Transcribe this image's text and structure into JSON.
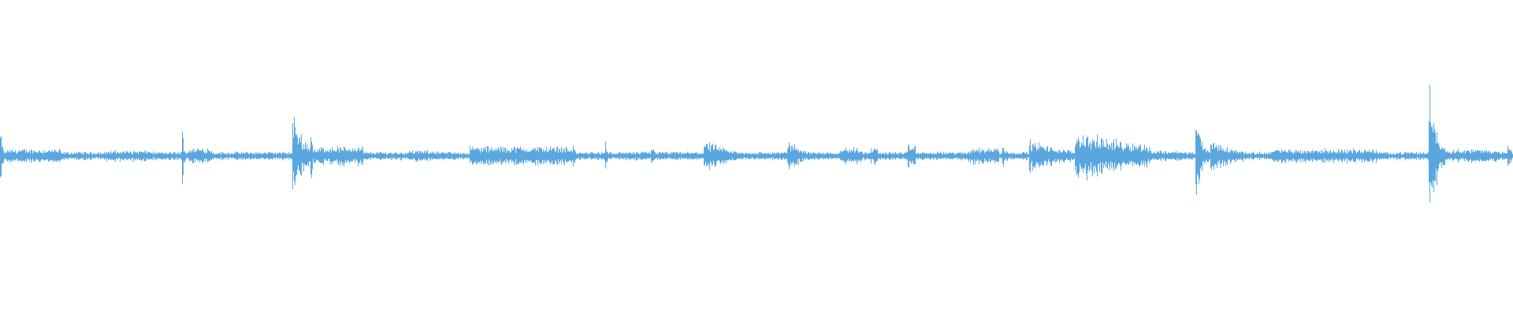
{
  "waveform": {
    "color": "#5aa7e0",
    "background": "#ffffff",
    "baseline_amplitude": 0.015,
    "segments": [
      {
        "t0": 0.0,
        "t1": 0.004,
        "amp": 0.1,
        "decay": 0.6
      },
      {
        "t0": 0.004,
        "t1": 0.04,
        "amp": 0.025,
        "decay": 0.0
      },
      {
        "t0": 0.07,
        "t1": 0.1,
        "amp": 0.02,
        "decay": 0.0
      },
      {
        "t0": 0.12,
        "t1": 0.124,
        "amp": 0.14,
        "decay": 0.7
      },
      {
        "t0": 0.124,
        "t1": 0.14,
        "amp": 0.03,
        "decay": 0.0
      },
      {
        "t0": 0.193,
        "t1": 0.21,
        "amp": 0.16,
        "decay": 0.5
      },
      {
        "t0": 0.205,
        "t1": 0.208,
        "amp": 0.18,
        "decay": 0.7
      },
      {
        "t0": 0.21,
        "t1": 0.24,
        "amp": 0.035,
        "decay": 0.0
      },
      {
        "t0": 0.27,
        "t1": 0.29,
        "amp": 0.02,
        "decay": 0.0
      },
      {
        "t0": 0.31,
        "t1": 0.38,
        "amp": 0.035,
        "decay": 0.0
      },
      {
        "t0": 0.4,
        "t1": 0.403,
        "amp": 0.06,
        "decay": 0.6
      },
      {
        "t0": 0.43,
        "t1": 0.433,
        "amp": 0.03,
        "decay": 0.0
      },
      {
        "t0": 0.465,
        "t1": 0.5,
        "amp": 0.06,
        "decay": 0.5
      },
      {
        "t0": 0.52,
        "t1": 0.545,
        "amp": 0.06,
        "decay": 0.5
      },
      {
        "t0": 0.555,
        "t1": 0.57,
        "amp": 0.03,
        "decay": 0.0
      },
      {
        "t0": 0.575,
        "t1": 0.58,
        "amp": 0.03,
        "decay": 0.0
      },
      {
        "t0": 0.6,
        "t1": 0.605,
        "amp": 0.04,
        "decay": 0.0
      },
      {
        "t0": 0.64,
        "t1": 0.66,
        "amp": 0.03,
        "decay": 0.0
      },
      {
        "t0": 0.662,
        "t1": 0.67,
        "amp": 0.05,
        "decay": 0.5
      },
      {
        "t0": 0.68,
        "t1": 0.71,
        "amp": 0.06,
        "decay": 0.3
      },
      {
        "t0": 0.71,
        "t1": 0.76,
        "amp": 0.09,
        "decay": 0.2
      },
      {
        "t0": 0.76,
        "t1": 0.78,
        "amp": 0.02,
        "decay": 0.0
      },
      {
        "t0": 0.79,
        "t1": 0.8,
        "amp": 0.16,
        "decay": 0.6
      },
      {
        "t0": 0.8,
        "t1": 0.83,
        "amp": 0.06,
        "decay": 0.4
      },
      {
        "t0": 0.84,
        "t1": 0.91,
        "amp": 0.025,
        "decay": 0.0
      },
      {
        "t0": 0.944,
        "t1": 0.955,
        "amp": 0.3,
        "decay": 0.55
      },
      {
        "t0": 0.955,
        "t1": 0.99,
        "amp": 0.025,
        "decay": 0.0
      },
      {
        "t0": 0.996,
        "t1": 1.0,
        "amp": 0.06,
        "decay": 0.3
      }
    ]
  }
}
